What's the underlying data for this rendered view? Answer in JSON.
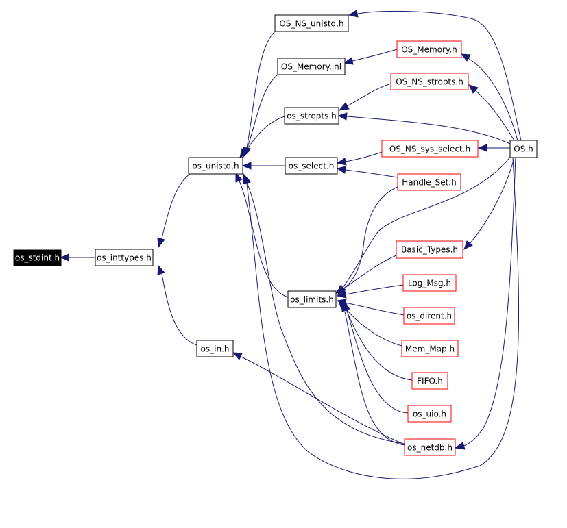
{
  "colors": {
    "edge": "#191970",
    "node_border_internal": "#000000",
    "node_border_external": "#ff0000",
    "root_fill": "#000000"
  },
  "nodes": {
    "os_stdint": {
      "label": "os_stdint.h"
    },
    "os_inttypes": {
      "label": "os_inttypes.h"
    },
    "os_unistd": {
      "label": "os_unistd.h"
    },
    "os_in": {
      "label": "os_in.h"
    },
    "os_ns_unistd": {
      "label": "OS_NS_unistd.h"
    },
    "os_memory_inl": {
      "label": "OS_Memory.inl"
    },
    "os_stropts": {
      "label": "os_stropts.h"
    },
    "os_select": {
      "label": "os_select.h"
    },
    "os_limits": {
      "label": "os_limits.h"
    },
    "os_memory_h": {
      "label": "OS_Memory.h"
    },
    "os_ns_stropts": {
      "label": "OS_NS_stropts.h"
    },
    "os_ns_sys_select": {
      "label": "OS_NS_sys_select.h"
    },
    "handle_set": {
      "label": "Handle_Set.h"
    },
    "basic_types": {
      "label": "Basic_Types.h"
    },
    "log_msg": {
      "label": "Log_Msg.h"
    },
    "os_dirent": {
      "label": "os_dirent.h"
    },
    "mem_map": {
      "label": "Mem_Map.h"
    },
    "fifo": {
      "label": "FIFO.h"
    },
    "os_uio": {
      "label": "os_uio.h"
    },
    "os_netdb": {
      "label": "os_netdb.h"
    },
    "os_h": {
      "label": "OS.h"
    }
  }
}
